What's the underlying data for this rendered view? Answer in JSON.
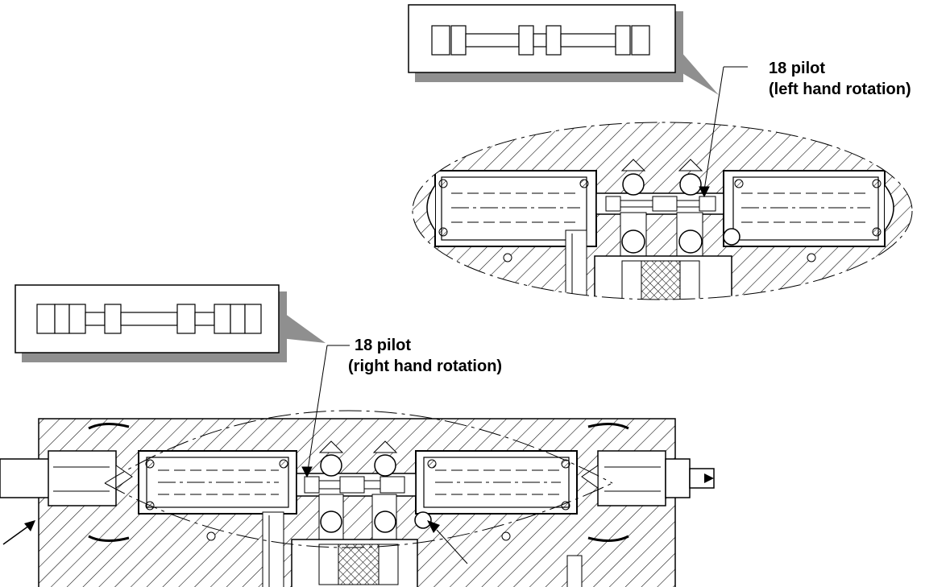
{
  "callouts": [
    {
      "id": "upper",
      "line1": "18 pilot",
      "line2": "(left hand rotation)"
    },
    {
      "id": "lower",
      "line1": "18 pilot",
      "line2": "(right hand rotation)"
    }
  ],
  "colors": {
    "ink": "#000000",
    "shadow": "#8f8f8f",
    "paper": "#ffffff"
  }
}
